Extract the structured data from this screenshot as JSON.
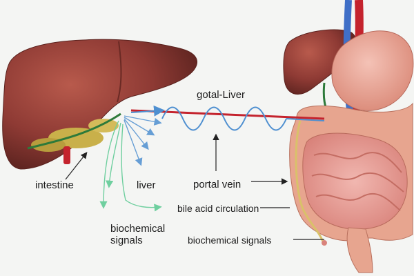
{
  "diagram": {
    "labels": {
      "title": "gotal-Liver",
      "intestine": "intestine",
      "liver": "liver",
      "portal_vein": "portal vein",
      "bile_acid_circulation": "bile acid circulation",
      "biochemical_signals_left": "biochemical\nsignals",
      "biochemical_signals_right": "biochemical signals"
    },
    "colors": {
      "background": "#f4f5f3",
      "liver": "#8e3a34",
      "liver_highlight": "#b85a4c",
      "gallbladder": "#c9b04a",
      "stomach": "#e59b8e",
      "intestine": "#e8a29b",
      "colon": "#e7a58f",
      "artery": "#c4232d",
      "vein": "#3f6fc7",
      "signal_lines": "#4e8fd0",
      "green_arrows": "#6fcf9f",
      "label_text": "#1d1d1d"
    },
    "icons": [
      "liver-illustration",
      "intestine-illustration",
      "stomach-illustration",
      "portal-vein-wave"
    ]
  }
}
